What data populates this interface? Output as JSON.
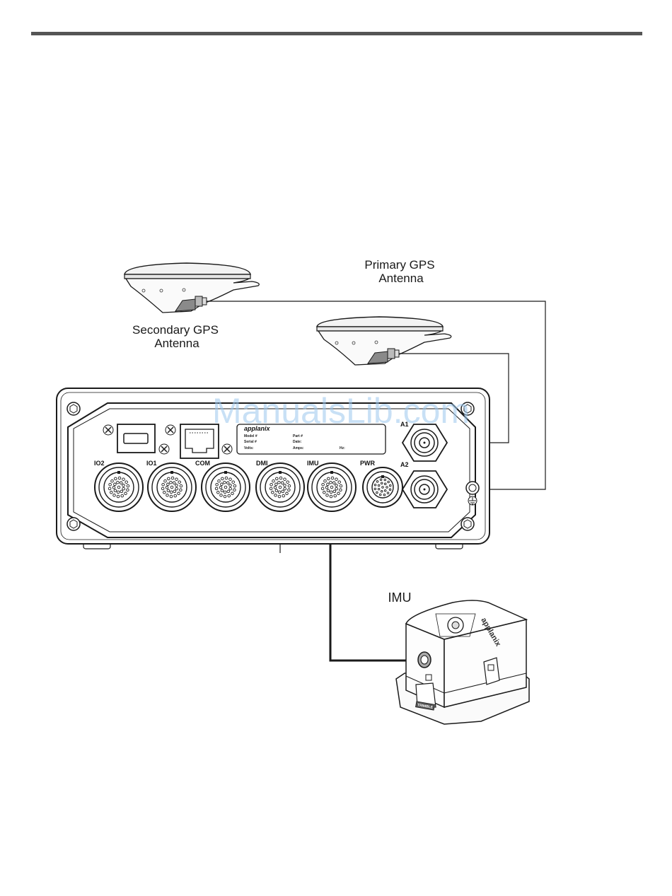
{
  "labels": {
    "primary_gps": [
      "Primary GPS",
      "Antenna"
    ],
    "secondary_gps": [
      "Secondary GPS",
      "Antenna"
    ],
    "imu": "IMU"
  },
  "receiver": {
    "ports": [
      "IO2",
      "IO1",
      "COM",
      "DMI",
      "IMU",
      "PWR"
    ],
    "antenna_ports": [
      "A1",
      "A2"
    ],
    "brand": "applanix",
    "nameplate": {
      "model": "Model #",
      "serial": "Serial #",
      "volts": "Volts:",
      "part": "Part #",
      "date": "Date:",
      "amps": "Amps:",
      "hz": "Hz:"
    }
  },
  "imu_device": {
    "brand": "applanix",
    "badge": "TRIMBLE"
  },
  "watermark": "ManualsLib.com",
  "colors": {
    "header_rule": "#555555",
    "line": "#1a1a1a",
    "watermark": "#9cc8ee"
  }
}
